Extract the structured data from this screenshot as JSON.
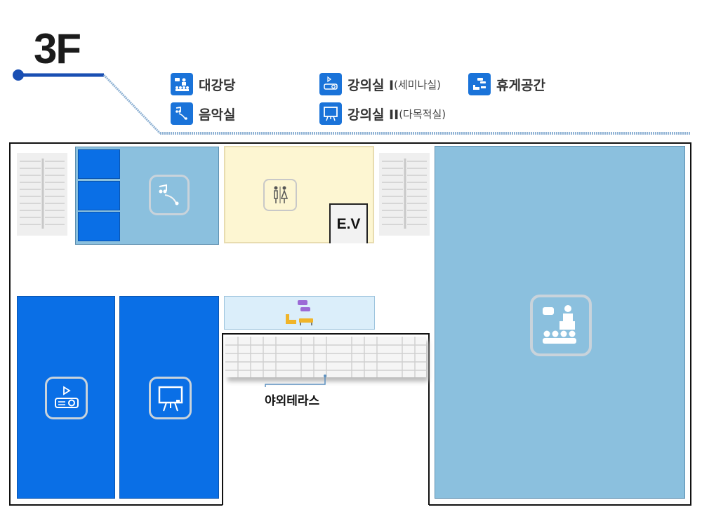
{
  "floor": {
    "title": "3F"
  },
  "legend": {
    "auditorium": {
      "label": "대강당",
      "icon": "auditorium-icon"
    },
    "music_room": {
      "label": "음악실",
      "icon": "music-icon"
    },
    "lecture_1": {
      "label": "강의실 I",
      "sub": "(세미나실)",
      "icon": "projector-icon"
    },
    "lecture_2": {
      "label": "강의실 II",
      "sub": "(다목적실)",
      "icon": "whiteboard-icon"
    },
    "lounge": {
      "label": "휴게공간",
      "icon": "lounge-icon"
    }
  },
  "map": {
    "elevator_label": "E.V",
    "terrace_label": "야외테라스",
    "restroom_icon": "restroom-icon"
  },
  "colors": {
    "dark_blue": "#0a6fe6",
    "light_blue": "#8bc0de",
    "cream": "#fdf6d2",
    "pale_blue": "#dbeefa",
    "accent_line": "#1a4fb3"
  }
}
